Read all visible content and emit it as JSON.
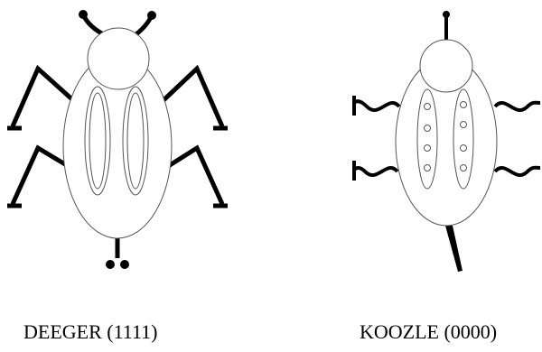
{
  "creatures": [
    {
      "name": "DEEGER",
      "code": "(1111)",
      "caption": "DEEGER (1111)"
    },
    {
      "name": "KOOZLE",
      "code": "(0000)",
      "caption": "KOOZLE (0000)"
    }
  ],
  "colors": {
    "line": "#000000",
    "outline": "#555555",
    "background": "#ffffff"
  }
}
